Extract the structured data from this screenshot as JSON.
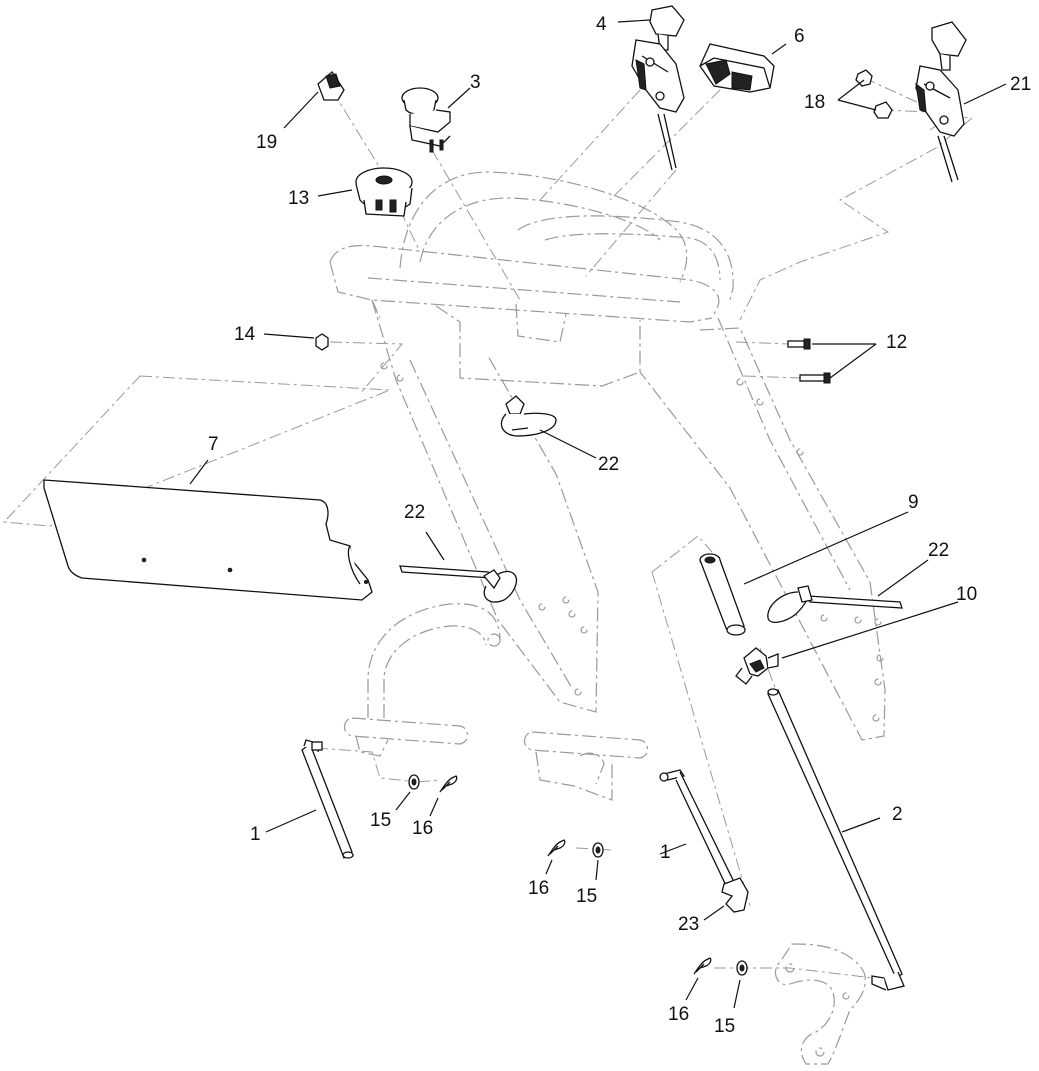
{
  "callouts": [
    {
      "id": "c1a",
      "label": "1"
    },
    {
      "id": "c1b",
      "label": "1"
    },
    {
      "id": "c2",
      "label": "2"
    },
    {
      "id": "c3",
      "label": "3"
    },
    {
      "id": "c4",
      "label": "4"
    },
    {
      "id": "c6",
      "label": "6"
    },
    {
      "id": "c7",
      "label": "7"
    },
    {
      "id": "c9",
      "label": "9"
    },
    {
      "id": "c10",
      "label": "10"
    },
    {
      "id": "c12",
      "label": "12"
    },
    {
      "id": "c13",
      "label": "13"
    },
    {
      "id": "c14",
      "label": "14"
    },
    {
      "id": "c15a",
      "label": "15"
    },
    {
      "id": "c15b",
      "label": "15"
    },
    {
      "id": "c15c",
      "label": "15"
    },
    {
      "id": "c16a",
      "label": "16"
    },
    {
      "id": "c16b",
      "label": "16"
    },
    {
      "id": "c16c",
      "label": "16"
    },
    {
      "id": "c18",
      "label": "18"
    },
    {
      "id": "c19",
      "label": "19"
    },
    {
      "id": "c21",
      "label": "21"
    },
    {
      "id": "c22a",
      "label": "22"
    },
    {
      "id": "c22b",
      "label": "22"
    },
    {
      "id": "c22c",
      "label": "22"
    },
    {
      "id": "c23",
      "label": "23"
    }
  ]
}
